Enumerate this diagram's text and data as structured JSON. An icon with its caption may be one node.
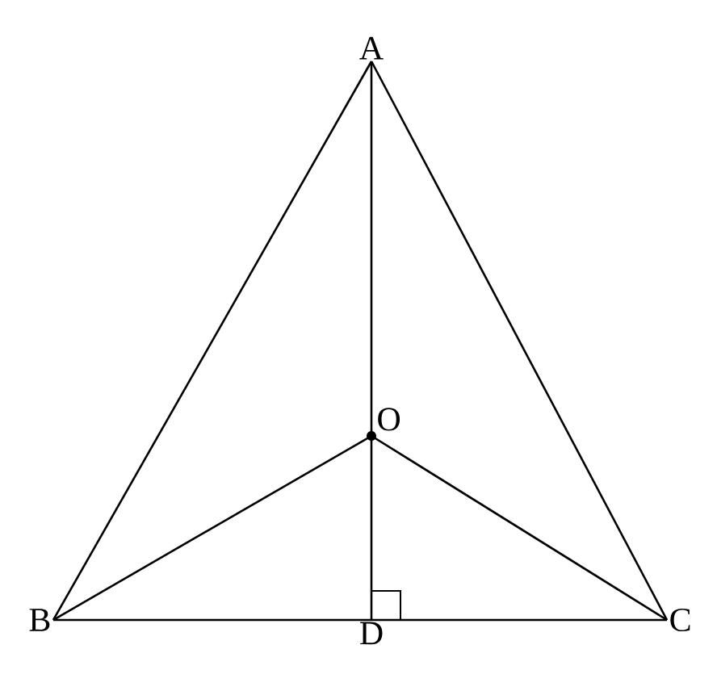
{
  "diagram": {
    "nodes": [
      {
        "text": [
          "A"
        ]
      },
      {
        "text": [
          "O"
        ]
      },
      {
        "text": [
          "B"
        ]
      },
      {
        "text": [
          "D"
        ]
      },
      {
        "text": [
          "C"
        ]
      }
    ],
    "edges": [
      {
        "from": 0,
        "to": 2,
        "arrow": "none"
      },
      {
        "from": 0,
        "to": 4,
        "arrow": "none"
      },
      {
        "from": 0,
        "to": 1,
        "arrow": "none"
      },
      {
        "from": 1,
        "to": 3,
        "arrow": "none"
      },
      {
        "from": 1,
        "to": 2,
        "arrow": "none"
      },
      {
        "from": 1,
        "to": 4,
        "arrow": "none"
      },
      {
        "from": 2,
        "to": 3,
        "arrow": "none"
      },
      {
        "from": 3,
        "to": 4,
        "arrow": "none"
      }
    ]
  }
}
